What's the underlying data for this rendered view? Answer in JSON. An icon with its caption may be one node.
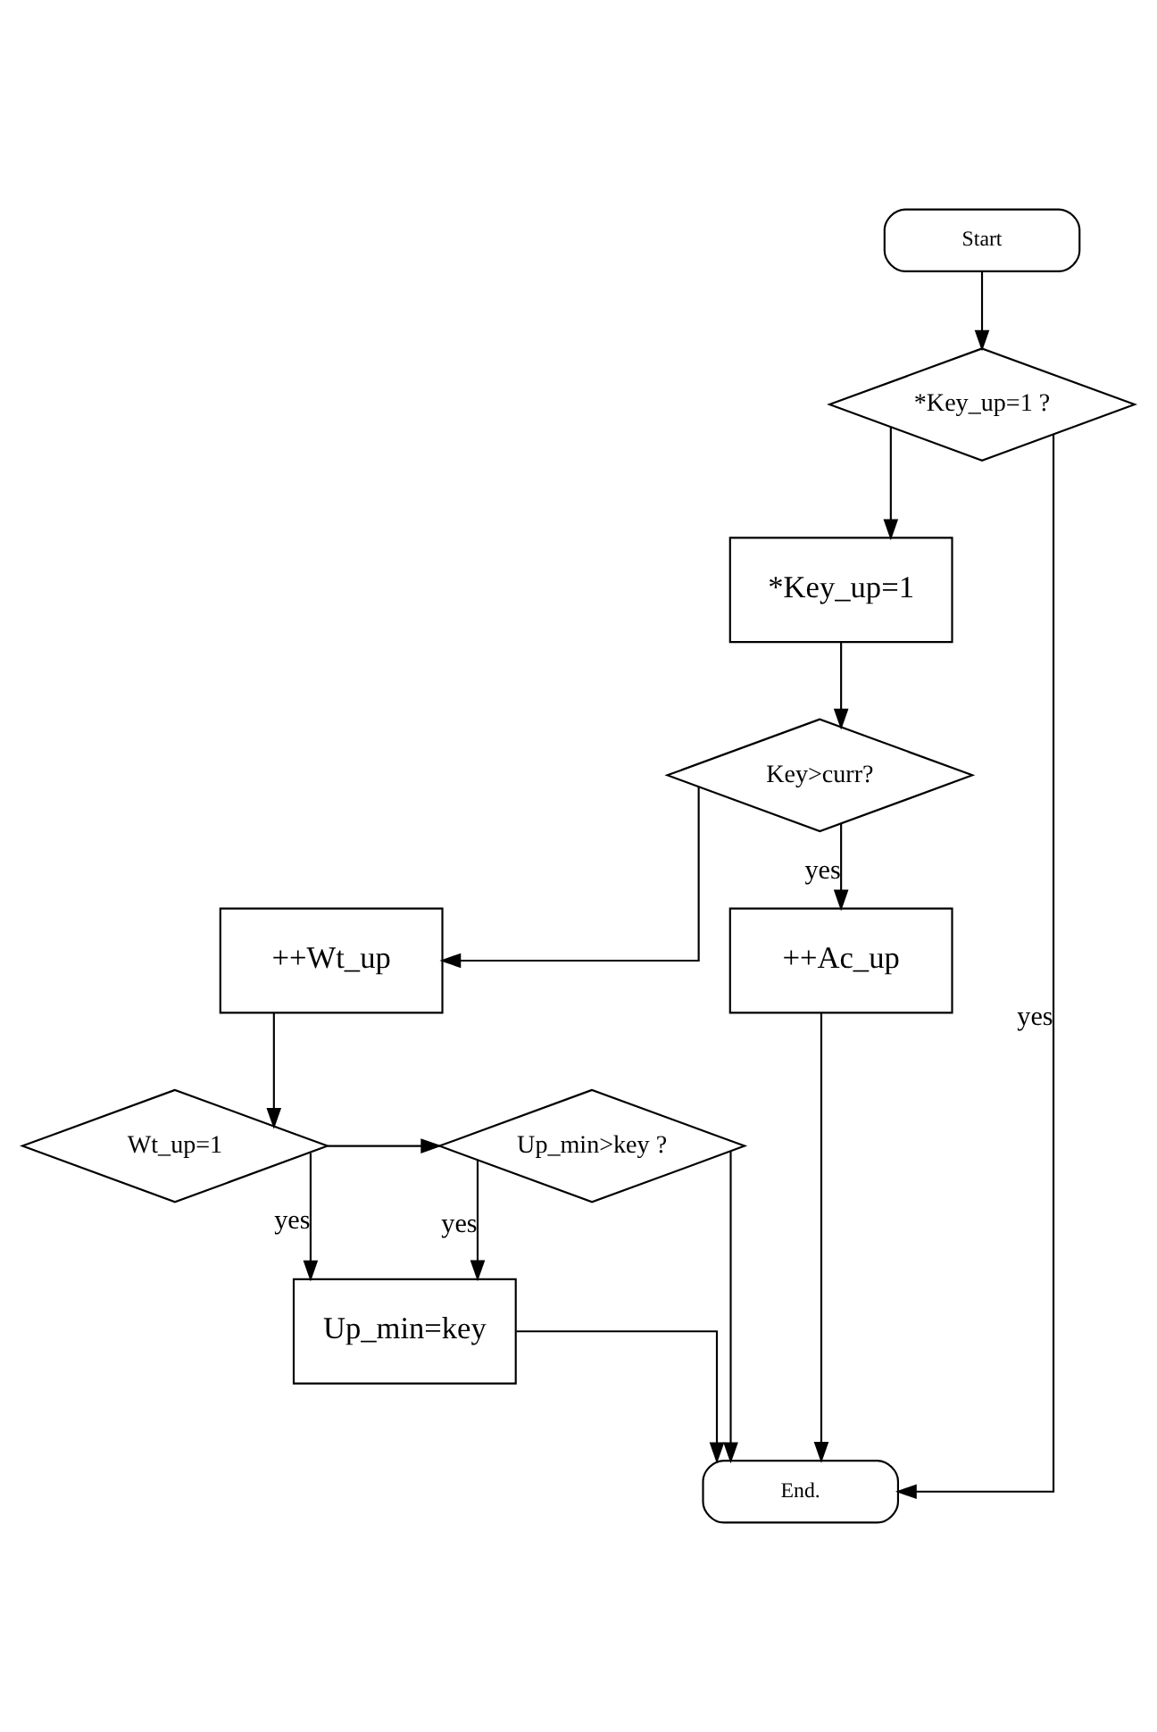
{
  "diagram": {
    "nodes": [
      {
        "text": [
          "Start"
        ]
      },
      {
        "text": [
          "*Key_up=1 ?"
        ]
      },
      {
        "text": [
          "*Key_up=1"
        ]
      },
      {
        "text": [
          "Key>curr?"
        ]
      },
      {
        "text": [
          "++Wt_up"
        ]
      },
      {
        "text": [
          "++Ac_up"
        ]
      },
      {
        "text": [
          "Wt_up=1"
        ]
      },
      {
        "text": [
          "Up_min>key ?"
        ]
      },
      {
        "text": [
          "Up_min=key"
        ]
      },
      {
        "text": [
          "End."
        ]
      }
    ],
    "edges": [
      {
        "from": 0,
        "to": 1,
        "arrow": "to"
      },
      {
        "from": 1,
        "to": 2,
        "arrow": "to"
      },
      {
        "from": 1,
        "to": 9,
        "arrow": "to",
        "label": "yes"
      },
      {
        "from": 2,
        "to": 3,
        "arrow": "to"
      },
      {
        "from": 3,
        "to": 4,
        "arrow": "to"
      },
      {
        "from": 3,
        "to": 5,
        "arrow": "to",
        "label": "yes"
      },
      {
        "from": 4,
        "to": 6,
        "arrow": "to"
      },
      {
        "from": 5,
        "to": 9,
        "arrow": "to"
      },
      {
        "from": 6,
        "to": 7,
        "arrow": "to"
      },
      {
        "from": 6,
        "to": 8,
        "arrow": "to",
        "label": "yes"
      },
      {
        "from": 7,
        "to": 8,
        "arrow": "to",
        "label": "yes"
      },
      {
        "from": 7,
        "to": 9,
        "arrow": "to"
      },
      {
        "from": 8,
        "to": 9,
        "arrow": "to"
      }
    ]
  }
}
